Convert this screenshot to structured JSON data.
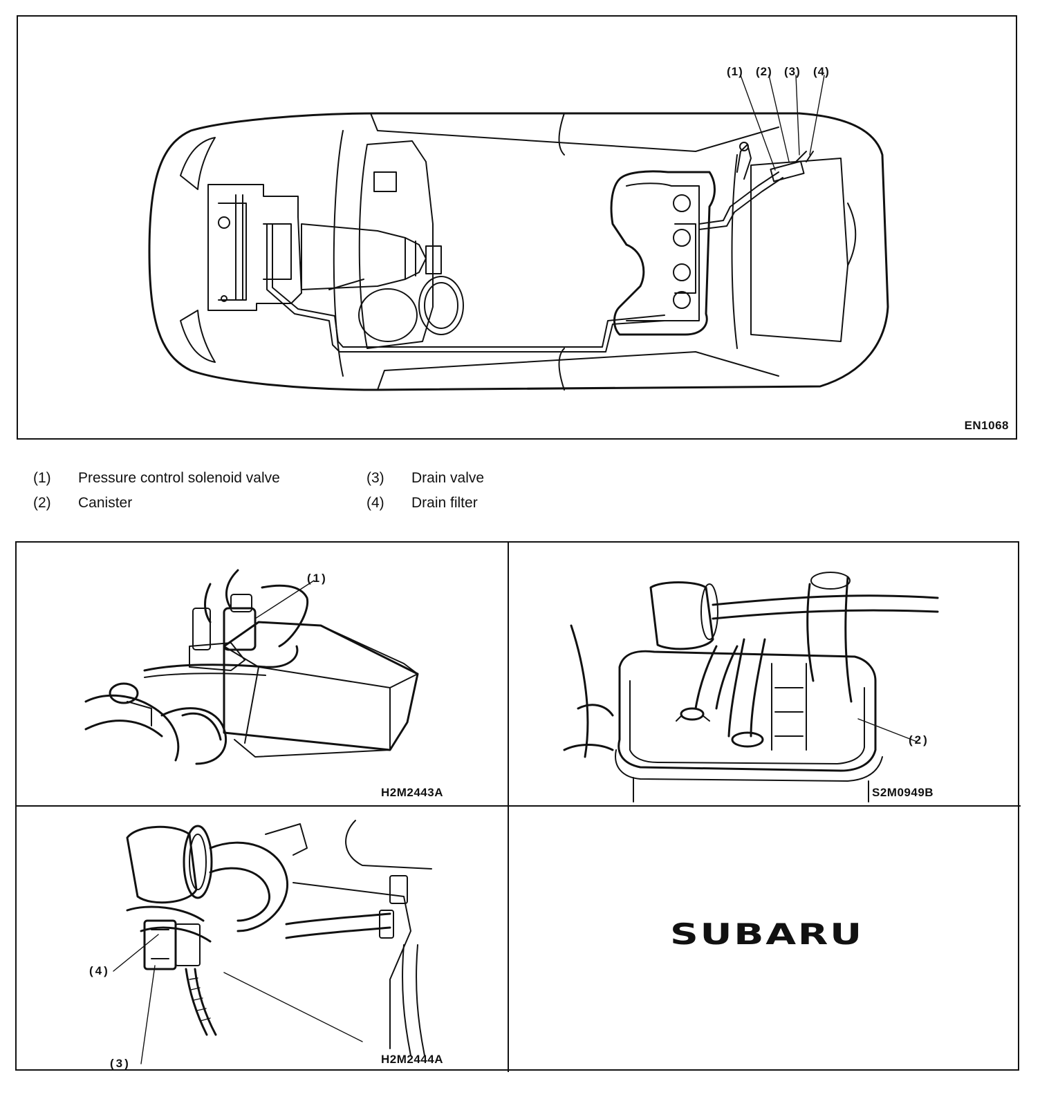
{
  "overview": {
    "figure_code": "EN1068",
    "callouts": [
      "(1)",
      "(2)",
      "(3)",
      "(4)"
    ]
  },
  "legend": [
    {
      "num": "(1)",
      "label": "Pressure control solenoid valve"
    },
    {
      "num": "(2)",
      "label": "Canister"
    },
    {
      "num": "(3)",
      "label": "Drain valve"
    },
    {
      "num": "(4)",
      "label": "Drain filter"
    }
  ],
  "details": {
    "top_left": {
      "code": "H2M2443A",
      "callout": "(1)"
    },
    "top_right": {
      "code": "S2M0949B",
      "callout": "(2)"
    },
    "bottom_left": {
      "code": "H2M2444A",
      "callouts": [
        "(4)",
        "(3)"
      ]
    },
    "bottom_right": {
      "logo": "SUBARU"
    }
  }
}
